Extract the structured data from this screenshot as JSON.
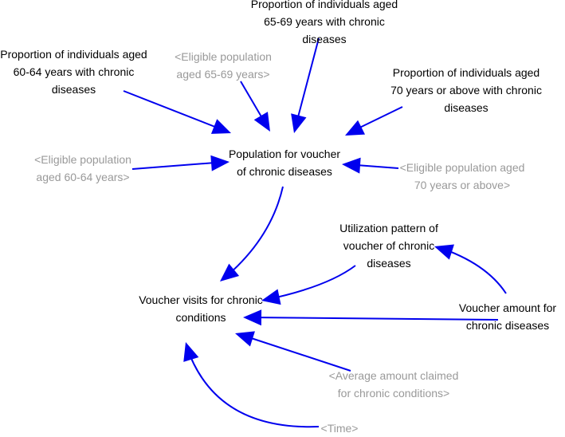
{
  "colors": {
    "arrow": "#0000ee",
    "variable_text": "#000000",
    "shadow_text": "#999999",
    "background": "#ffffff"
  },
  "nodes": {
    "prop_60_64": {
      "lines": [
        "Proportion of individuals aged",
        "60-64 years with chronic",
        "diseases"
      ]
    },
    "elig_65_69": {
      "lines": [
        "<Eligible population",
        "aged 65-69 years>"
      ]
    },
    "prop_65_69": {
      "lines": [
        "Proportion of individuals aged",
        "65-69 years with chronic",
        "diseases"
      ]
    },
    "prop_70": {
      "lines": [
        "Proportion of individuals aged",
        "70 years or above with chronic",
        "diseases"
      ]
    },
    "elig_60_64": {
      "lines": [
        "<Eligible population",
        "aged 60-64 years>"
      ]
    },
    "population": {
      "lines": [
        "Population for voucher",
        "of chronic diseases"
      ]
    },
    "elig_70": {
      "lines": [
        "<Eligible population aged",
        "70 years or above>"
      ]
    },
    "utilization": {
      "lines": [
        "Utilization pattern of",
        "voucher of chronic",
        "diseases"
      ]
    },
    "visits": {
      "lines": [
        "Voucher visits for chronic",
        "conditions"
      ]
    },
    "amount": {
      "lines": [
        "Voucher amount for",
        "chronic diseases"
      ]
    },
    "avg_claimed": {
      "lines": [
        "<Average amount claimed",
        "for chronic conditions>"
      ]
    },
    "time": {
      "lines": [
        "<Time>"
      ]
    }
  },
  "links": [
    {
      "from": "prop_60_64",
      "to": "population"
    },
    {
      "from": "elig_65_69",
      "to": "population"
    },
    {
      "from": "prop_65_69",
      "to": "population"
    },
    {
      "from": "prop_70",
      "to": "population"
    },
    {
      "from": "elig_60_64",
      "to": "population"
    },
    {
      "from": "elig_70",
      "to": "population"
    },
    {
      "from": "population",
      "to": "visits"
    },
    {
      "from": "utilization",
      "to": "visits"
    },
    {
      "from": "amount",
      "to": "utilization"
    },
    {
      "from": "amount",
      "to": "visits"
    },
    {
      "from": "avg_claimed",
      "to": "visits"
    },
    {
      "from": "time",
      "to": "visits"
    }
  ]
}
